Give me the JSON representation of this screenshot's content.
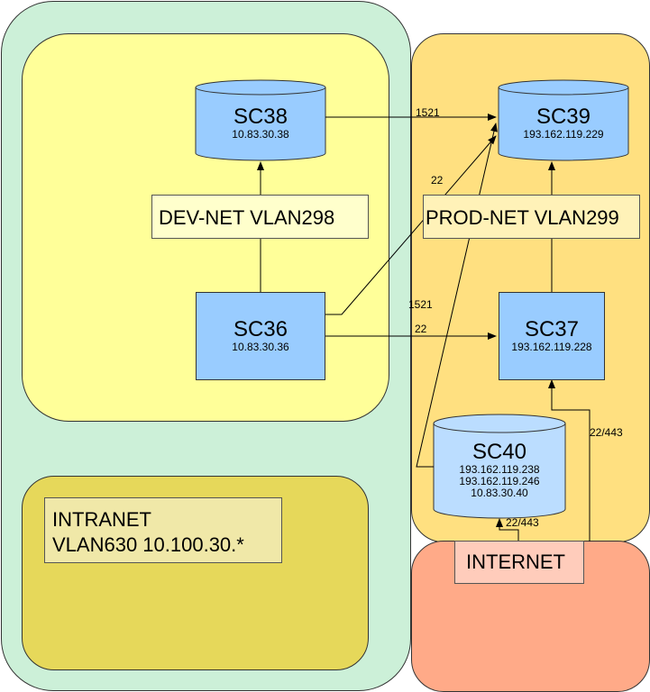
{
  "nodes": {
    "sc38": {
      "name": "SC38",
      "ips": [
        "10.83.30.38"
      ]
    },
    "sc39": {
      "name": "SC39",
      "ips": [
        "193.162.119.229"
      ]
    },
    "sc36": {
      "name": "SC36",
      "ips": [
        "10.83.30.36"
      ]
    },
    "sc37": {
      "name": "SC37",
      "ips": [
        "193.162.119.228"
      ]
    },
    "sc40": {
      "name": "SC40",
      "ips": [
        "193.162.119.238",
        "193.162.119.246",
        "10.83.30.40"
      ]
    }
  },
  "labels": {
    "dev_net": "DEV-NET   VLAN298",
    "prod_net": "PROD-NET VLAN299",
    "intranet_line1": "INTRANET",
    "intranet_line2": "VLAN630  10.100.30.*",
    "internet": "INTERNET"
  },
  "edge_labels": {
    "sc38_sc39": "1521",
    "sc36_sc39": "22",
    "sc40_sc39": "1521",
    "sc36_sc37": "22",
    "internet_sc37": "22/443",
    "internet_sc40": "22/443"
  },
  "colors": {
    "outer_zone": "#ccf0d8",
    "dev_zone": "#ffff99",
    "intranet_zone": "#e6d85a",
    "prod_zone": "#ffe080",
    "internet_zone": "#ffaa88",
    "node_fill": "#99ccff",
    "sc40_fill": "#bbddff"
  }
}
